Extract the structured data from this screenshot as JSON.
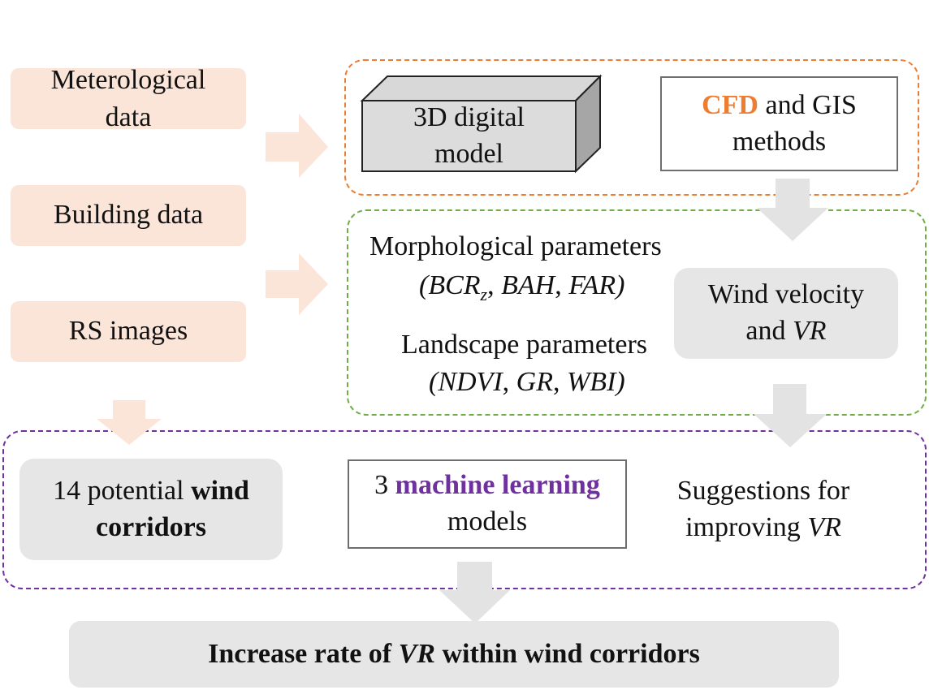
{
  "inputs": {
    "meteo": "Meterological data",
    "building": "Building data",
    "rs": "RS images"
  },
  "model3d": {
    "line1": "3D digital",
    "line2": "model"
  },
  "cfd": {
    "strong": "CFD",
    "rest": " and GIS",
    "line2": "methods"
  },
  "morph": {
    "title": "Morphological parameters",
    "p1": "BCR",
    "p1_sub": "z",
    "p2": "BAH",
    "p3": "FAR"
  },
  "landscape": {
    "title": "Landscape parameters",
    "p1": "NDVI",
    "p2": "GR",
    "p3": "WBI"
  },
  "wind": {
    "line1": "Wind velocity",
    "line2_pre": "and ",
    "line2_var": "VR"
  },
  "corridors": {
    "pre": "14 potential ",
    "strong1": "wind",
    "strong2": "corridors"
  },
  "ml": {
    "pre": "3 ",
    "strong": "machine learning",
    "line2": "models"
  },
  "suggest": {
    "line1": "Suggestions for",
    "line2_pre": "improving ",
    "line2_var": "VR"
  },
  "result": {
    "pre": "Increase rate of ",
    "var": "VR",
    "post": " within wind corridors"
  },
  "colors": {
    "peach": "#fbe5d8",
    "arrow_peach": "#fbe5d8",
    "arrow_grey": "#e3e3e3",
    "orange": "#ed7d31",
    "green": "#70ad47",
    "purple": "#7030a0",
    "box_grey": "#e6e6e6"
  }
}
